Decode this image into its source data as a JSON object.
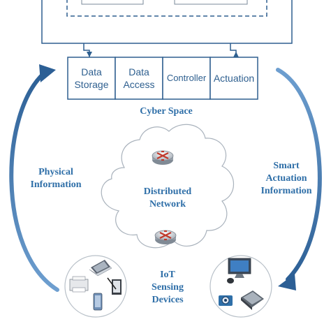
{
  "top_boxes": [
    {
      "label": "Data\nStorage"
    },
    {
      "label": "Data\nAccess"
    },
    {
      "label": "Controller"
    },
    {
      "label": "Actuation"
    }
  ],
  "cyber_space_label": "Cyber Space",
  "left_arrow_label": "Physical\nInformation",
  "right_arrow_label": "Smart\nActuation\nInformation",
  "cloud_label": "Distributed\nNetwork",
  "iot_label": "IoT\nSensing\nDevices",
  "colors": {
    "primary": "#2f6fa8",
    "arrow": "#3a6ea5",
    "box_border": "#2e5f8f"
  },
  "icons": [
    "router-icon",
    "laptop-icon",
    "printer-icon",
    "tablet-icon",
    "phone-icon",
    "monitor-icon",
    "camera-icon",
    "scanner-icon"
  ]
}
